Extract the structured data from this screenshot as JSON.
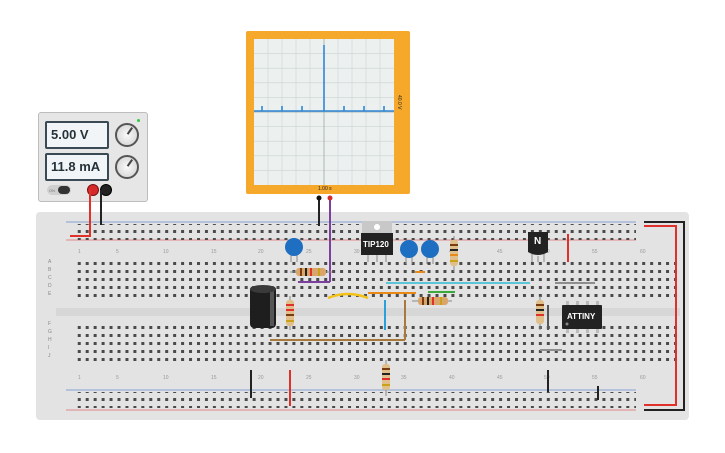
{
  "power_supply": {
    "voltage": "5.00 V",
    "current": "11.8 mA",
    "on_label": "ON"
  },
  "oscilloscope": {
    "x_div": "1.00 s",
    "y_div": "40.0 V"
  },
  "breadboard": {
    "row_letters_top": [
      "A",
      "B",
      "C",
      "D",
      "E"
    ],
    "row_letters_bottom": [
      "F",
      "G",
      "H",
      "I",
      "J"
    ],
    "column_numbers": [
      "1",
      "5",
      "10",
      "15",
      "20",
      "25",
      "30",
      "35",
      "40",
      "45",
      "50",
      "55",
      "60"
    ]
  },
  "components": {
    "regulator_label": "TIP120",
    "transistor_label": "N",
    "ic_label": "ATTINY"
  },
  "colors": {
    "scope_frame": "#f5a82a",
    "trace": "#2f86d6",
    "breadboard": "#e3e3e3",
    "wire_red": "#e0302a",
    "wire_black": "#222222",
    "cap_blue": "#1e6fc1"
  }
}
